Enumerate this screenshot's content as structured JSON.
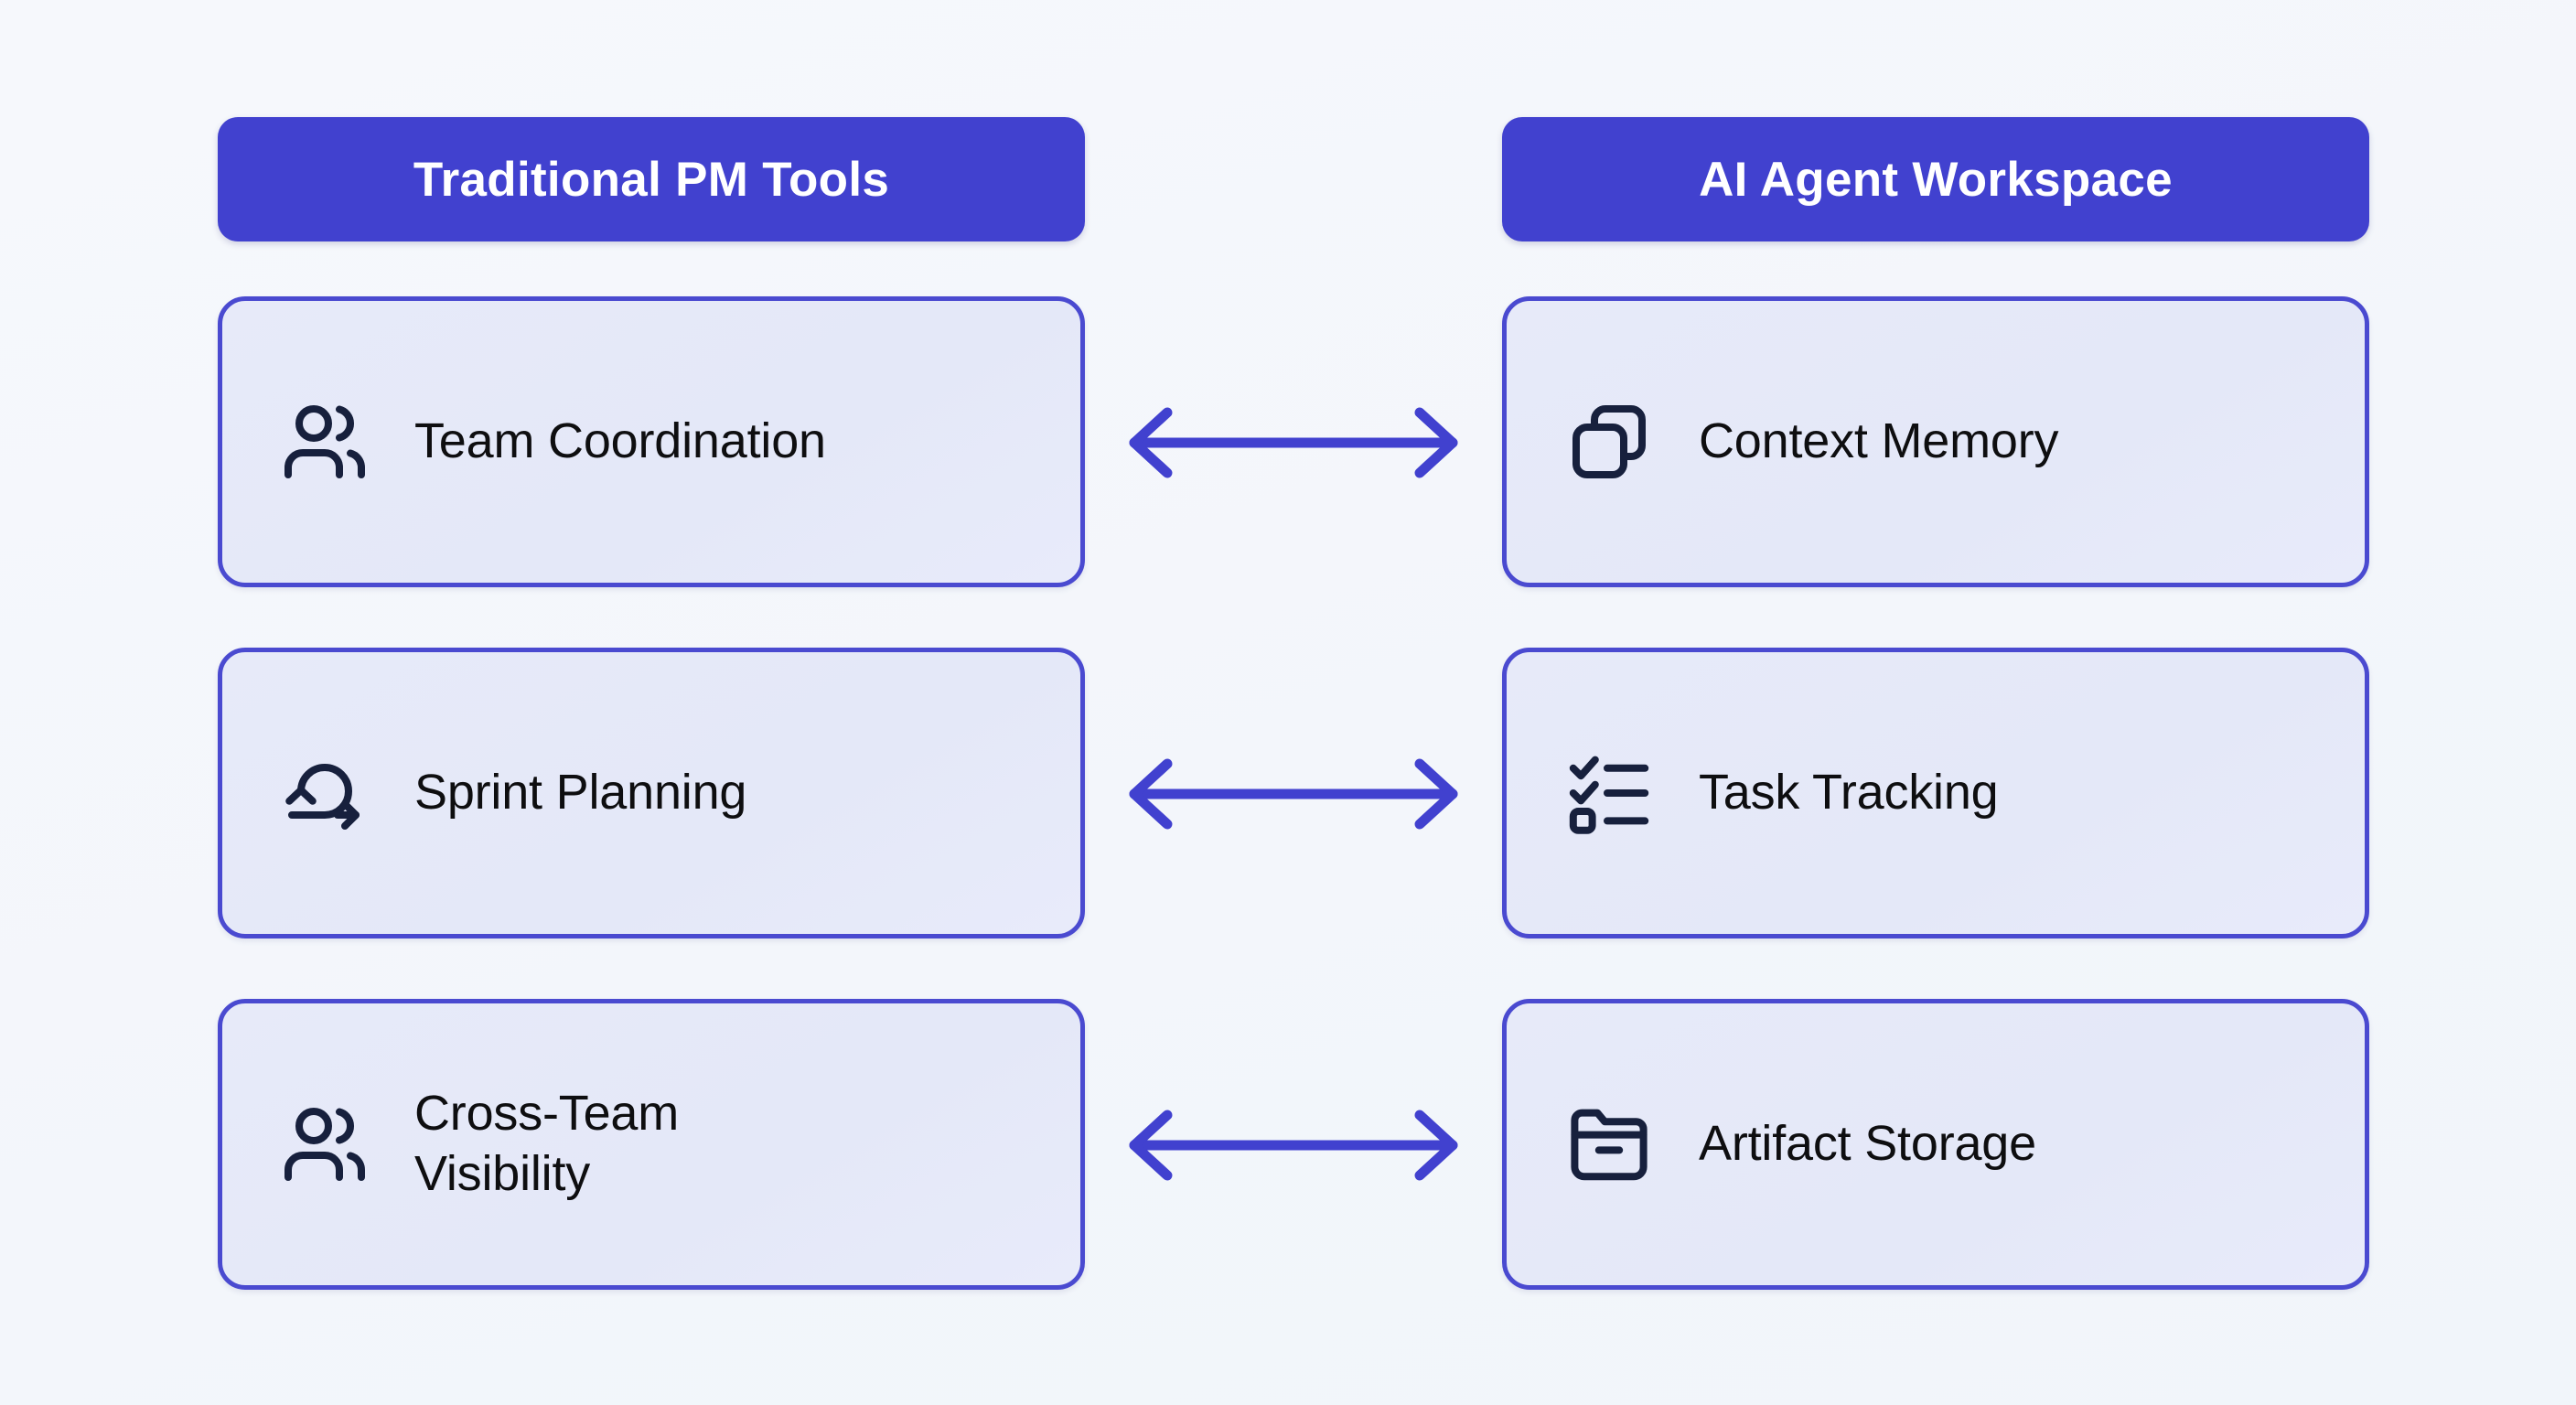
{
  "diagram": {
    "title": "Traditional PM Tools vs AI Agent Workspace mapping",
    "background_color": "#f4f7fb",
    "accent_color": "#4141cf",
    "card_border_color": "#4a4ad0",
    "card_fill_color": "#e6eaf9",
    "icon_color": "#17203d",
    "header_text_color": "#ffffff"
  },
  "columns": [
    {
      "header": "Traditional PM Tools",
      "items": [
        {
          "label": "Team Coordination",
          "icon": "users-icon"
        },
        {
          "label": "Sprint Planning",
          "icon": "sprint-loop-icon"
        },
        {
          "label": "Cross-Team\nVisibility",
          "icon": "users-icon"
        }
      ]
    },
    {
      "header": "AI Agent Workspace",
      "items": [
        {
          "label": "Context Memory",
          "icon": "copy-layers-icon"
        },
        {
          "label": "Task Tracking",
          "icon": "checklist-icon"
        },
        {
          "label": "Artifact Storage",
          "icon": "folder-archive-icon"
        }
      ]
    }
  ],
  "connectors": [
    {
      "icon": "double-arrow-icon",
      "from": "Team Coordination",
      "to": "Context Memory"
    },
    {
      "icon": "double-arrow-icon",
      "from": "Sprint Planning",
      "to": "Task Tracking"
    },
    {
      "icon": "double-arrow-icon",
      "from": "Cross-Team Visibility",
      "to": "Artifact Storage"
    }
  ]
}
